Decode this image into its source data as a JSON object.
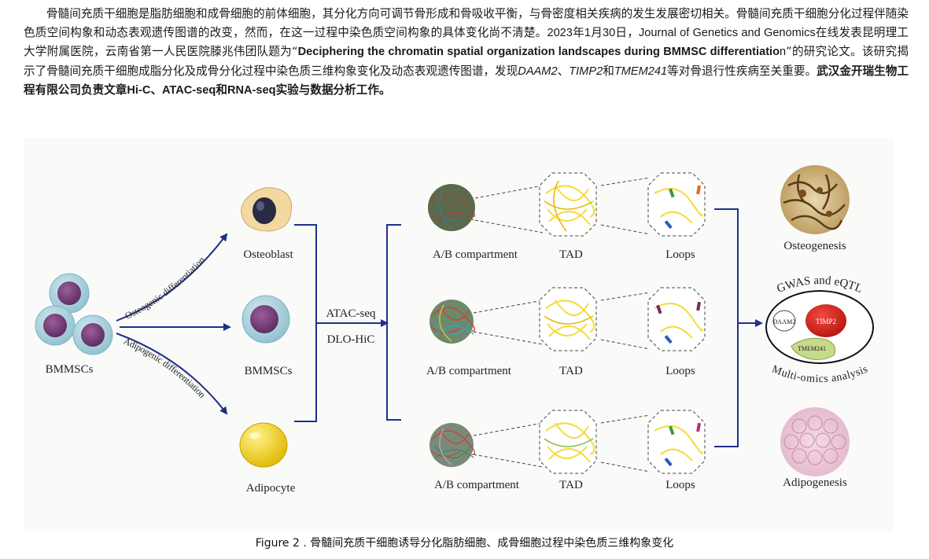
{
  "article": {
    "s1": "骨髓间充质干细胞是脂肪细胞和成骨细胞的前体细胞，其分化方向可调节骨形成和骨吸收平衡，与骨密度相关疾病的发生发展密切相关。骨髓间充质干细胞分化过程伴随染色质空间构象和动态表观遗传图谱的改变，然而，在这一过程中染色质空间构象的具体变化尚不清楚。",
    "date": "2023年1月30日，",
    "journal": "Journal of Genetics and Genomics",
    "s2": "在线发表昆明理工大学附属医院，云南省第一人民医院滕兆伟团队题为",
    "quote_open": "“",
    "title_main": "Deciphering the chromatin spatial organization landscapes during BMMSC differentiatio",
    "title_end": "n",
    "quote_close": "”",
    "s3": "的研究论文。该研究揭示了骨髓间充质干细胞成脂分化及成骨分化过程中染色质三维构象变化及动态表观遗传图谱，发现",
    "gene1": "DAAM2",
    "sep1": "、",
    "gene2": "TIMP2",
    "and": "和",
    "gene3": "TMEM241",
    "s4": "等对骨退行性疾病至关重要。",
    "bold_a": "武汉金开瑞生物工程有限公司负责文章",
    "bold_b": "Hi-C、ATAC-seq",
    "bold_c": "和",
    "bold_d": "RNA-seq",
    "bold_e": "实验与数据分析工作。"
  },
  "figure": {
    "labels": {
      "bmmscs_left": "BMMSCs",
      "osteogenic": "Osteogenic differentiation",
      "adipogenic": "Adipogenic differentiation",
      "osteoblast": "Osteoblast",
      "bmmscs_mid": "BMMSCs",
      "adipocyte": "Adipocyte",
      "atac": "ATAC-seq",
      "dlohic": "DLO-HiC",
      "ab_1": "A/B compartment",
      "ab_2": "A/B compartment",
      "ab_3": "A/B compartment",
      "tad_1": "TAD",
      "tad_2": "TAD",
      "tad_3": "TAD",
      "loops_1": "Loops",
      "loops_2": "Loops",
      "loops_3": "Loops",
      "osteogenesis": "Osteogenesis",
      "adipogenesis": "Adipogenesis",
      "gwas": "GWAS and eQTL",
      "multiomics": "Multi-omics analysis",
      "daam2": "DAAM2",
      "timp2": "TIMP2",
      "tmem241": "TMEM241"
    },
    "colors": {
      "arrow": "#1f2f8a",
      "nucleus": "#7a3f7c",
      "cell_ring": "#9bcbd8",
      "osteo_cell": "#f2d9a0",
      "osteo_nucleus": "#2a2a44",
      "adipocyte": "#f2d21e",
      "tad_yellow": "#f4dc3c",
      "timp2_red": "#d7261e",
      "tmem241_green": "#c7d98a"
    }
  },
  "caption": "Figure 2 . 骨髓间充质干细胞诱导分化脂肪细胞、成骨细胞过程中染色质三维构象变化"
}
